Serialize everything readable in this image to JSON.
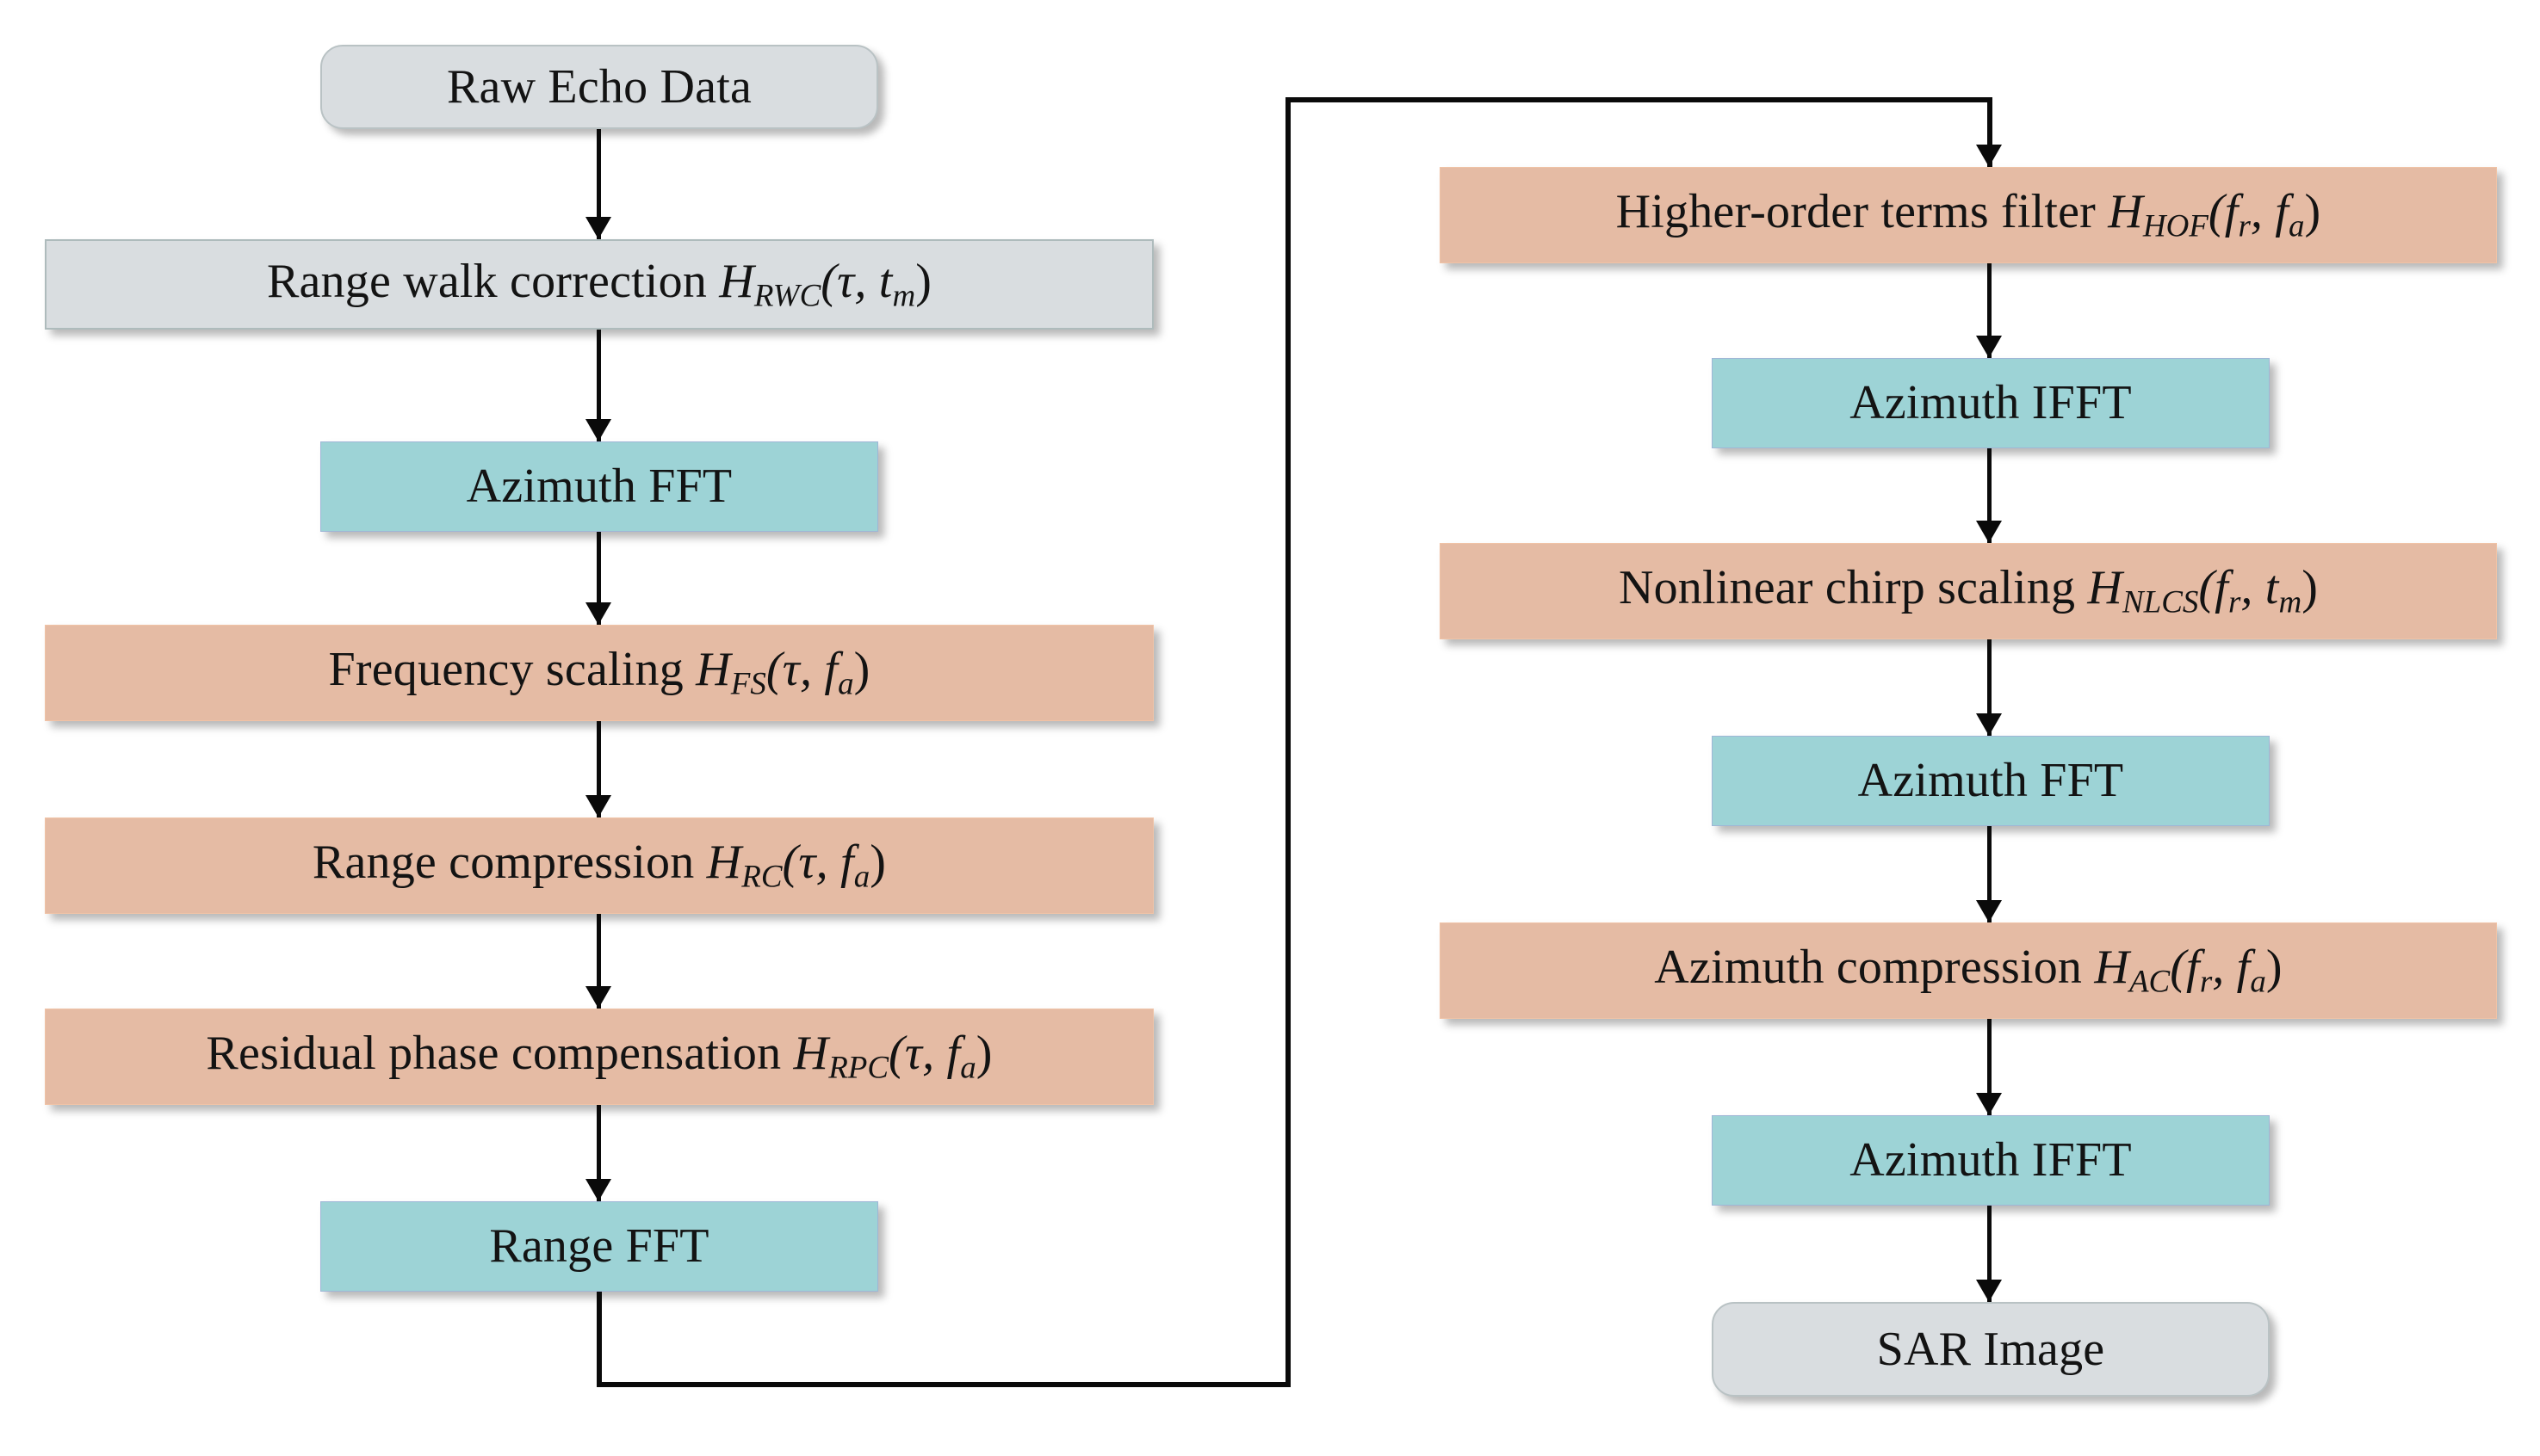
{
  "diagram": {
    "title": "SAR imaging processing flowchart",
    "type": "flowchart",
    "colors": {
      "terminal_fill": "#d9dde0",
      "process_teal_fill": "#9dd3d6",
      "process_salmon_fill": "#e5bba4",
      "connector": "#0a0a0a",
      "text": "#131313"
    },
    "left_column": [
      {
        "id": "raw-echo-data",
        "label": "Raw Echo Data",
        "kind": "terminal",
        "fill": "#d9dde0"
      },
      {
        "id": "range-walk-correction",
        "label_prefix": "Range walk correction ",
        "symbol": "H",
        "subscript": "RWC",
        "args": "(τ, t",
        "args_sub": "m",
        "args_end": ")",
        "label_full": "Range walk correction H_RWC(τ, t_m)",
        "kind": "process-gray",
        "fill": "#d9dde0"
      },
      {
        "id": "azimuth-fft-1",
        "label": "Azimuth FFT",
        "kind": "process-teal",
        "fill": "#9dd3d6"
      },
      {
        "id": "frequency-scaling",
        "label_prefix": "Frequency scaling ",
        "symbol": "H",
        "subscript": "FS",
        "args": "(τ, f",
        "args_sub": "a",
        "args_end": ")",
        "label_full": "Frequency scaling H_FS(τ, f_a)",
        "kind": "process-salmon",
        "fill": "#e5bba4"
      },
      {
        "id": "range-compression",
        "label_prefix": "Range compression ",
        "symbol": "H",
        "subscript": "RC",
        "args": "(τ, f",
        "args_sub": "a",
        "args_end": ")",
        "label_full": "Range compression H_RC(τ, f_a)",
        "kind": "process-salmon",
        "fill": "#e5bba4"
      },
      {
        "id": "residual-phase-compensation",
        "label_prefix": "Residual phase compensation ",
        "symbol": "H",
        "subscript": "RPC",
        "args": "(τ, f",
        "args_sub": "a",
        "args_end": ")",
        "label_full": "Residual phase compensation H_RPC(τ, f_a)",
        "kind": "process-salmon",
        "fill": "#e5bba4"
      },
      {
        "id": "range-fft",
        "label": "Range FFT",
        "kind": "process-teal",
        "fill": "#9dd3d6"
      }
    ],
    "right_column": [
      {
        "id": "higher-order-terms-filter",
        "label_prefix": "Higher-order terms filter ",
        "symbol": "H",
        "subscript": "HOF",
        "args": "(f",
        "args_sub": "r",
        "args_mid": ", f",
        "args_sub2": "a",
        "args_end": ")",
        "label_full": "Higher-order terms filter H_HOF(f_r, f_a)",
        "kind": "process-salmon",
        "fill": "#e5bba4"
      },
      {
        "id": "azimuth-ifft-1",
        "label": "Azimuth IFFT",
        "kind": "process-teal",
        "fill": "#9dd3d6"
      },
      {
        "id": "nonlinear-chirp-scaling",
        "label_prefix": "Nonlinear chirp scaling ",
        "symbol": "H",
        "subscript": "NLCS",
        "args": "(f",
        "args_sub": "r",
        "args_mid": ", t",
        "args_sub2": "m",
        "args_end": ")",
        "label_full": "Nonlinear chirp scaling H_NLCS(f_r, t_m)",
        "kind": "process-salmon",
        "fill": "#e5bba4"
      },
      {
        "id": "azimuth-fft-2",
        "label": "Azimuth FFT",
        "kind": "process-teal",
        "fill": "#9dd3d6"
      },
      {
        "id": "azimuth-compression",
        "label_prefix": "Azimuth compression ",
        "symbol": "H",
        "subscript": "AC",
        "args": "(f",
        "args_sub": "r",
        "args_mid": ", f",
        "args_sub2": "a",
        "args_end": ")",
        "label_full": "Azimuth compression H_AC(f_r, f_a)",
        "kind": "process-salmon",
        "fill": "#e5bba4"
      },
      {
        "id": "azimuth-ifft-2",
        "label": "Azimuth IFFT",
        "kind": "process-teal",
        "fill": "#9dd3d6"
      },
      {
        "id": "sar-image",
        "label": "SAR Image",
        "kind": "terminal",
        "fill": "#d9dde0"
      }
    ],
    "connectors": {
      "loop_description": "Range FFT output routes down, left-to-right along the bottom, up the far right, then into Higher-order terms filter"
    }
  }
}
